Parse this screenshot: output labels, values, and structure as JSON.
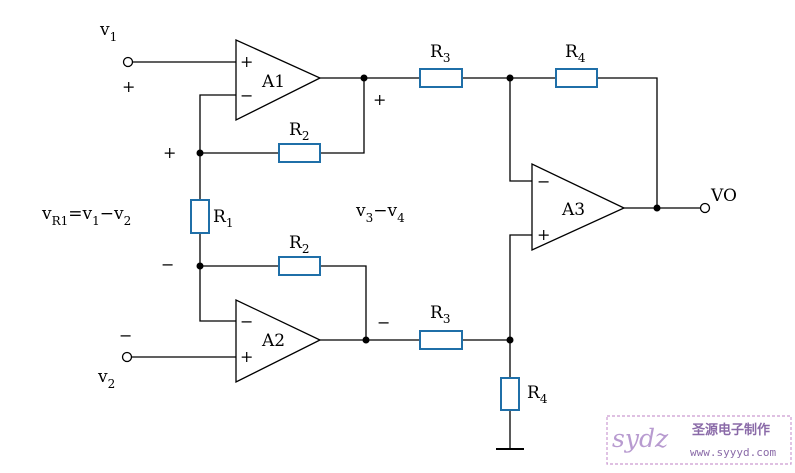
{
  "inputs": {
    "v1_main": "v",
    "v1_sub": "1",
    "v2_main": "v",
    "v2_sub": "2",
    "v1_sign": "+",
    "v2_sign": "−"
  },
  "amplifiers": {
    "a1": "A1",
    "a2": "A2",
    "a3": "A3"
  },
  "resistors": {
    "r1_main": "R",
    "r1_sub": "1",
    "r2_top_main": "R",
    "r2_top_sub": "2",
    "r2_bot_main": "R",
    "r2_bot_sub": "2",
    "r3_top_main": "R",
    "r3_top_sub": "3",
    "r3_bot_main": "R",
    "r3_bot_sub": "3",
    "r4_top_main": "R",
    "r4_top_sub": "4",
    "r4_bot_main": "R",
    "r4_bot_sub": "4"
  },
  "signs": {
    "plus": "+",
    "minus": "−"
  },
  "equation": {
    "vr1_v": "v",
    "vr1_sub": "R1",
    "eq_rest_a": "=v",
    "eq_sub_1": "1",
    "eq_dash": "−v",
    "eq_sub_2": "2"
  },
  "diff_label": {
    "v": "v",
    "sub3": "3",
    "dash": "−v",
    "sub4": "4"
  },
  "output": "VO",
  "watermark": {
    "logo": "sydz",
    "cn": "圣源电子制作",
    "url": "www.syyyd.com"
  }
}
